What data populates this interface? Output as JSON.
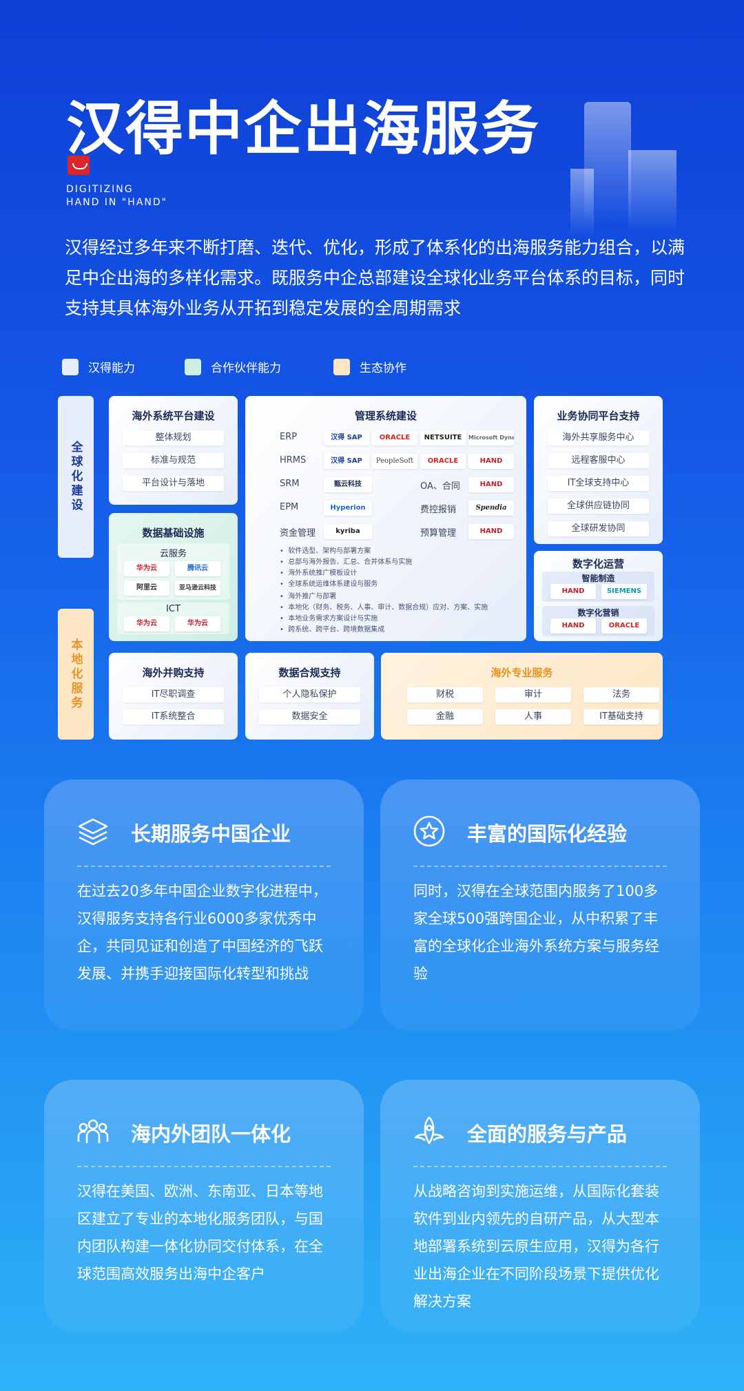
{
  "header": {
    "title": "汉得中企出海服务",
    "tagline_line1": "DIGITIZING",
    "tagline_line2": "HAND IN \"HAND\""
  },
  "intro": "汉得经过多年来不断打磨、迭代、优化，形成了体系化的出海服务能力组合，以满足中企出海的多样化需求。既服务中企总部建设全球化业务平台体系的目标，同时支持其具体海外业务从开拓到稳定发展的全周期需求",
  "legend": [
    {
      "label": "汉得能力",
      "color": "#e8eefb"
    },
    {
      "label": "合作伙伴能力",
      "color": "#cfeee6"
    },
    {
      "label": "生态协作",
      "color": "#fde6c4"
    }
  ],
  "side_labels": {
    "global": "全球化建设",
    "local": "本地化服务"
  },
  "overseas_platform": {
    "title": "海外系统平台建设",
    "items": [
      "整体规划",
      "标准与规范",
      "平台设计与落地"
    ]
  },
  "data_infra": {
    "title": "数据基础设施",
    "cloud_title": "云服务",
    "cloud_logos": [
      "华为云",
      "腾讯云",
      "阿里云",
      "亚马逊云科技"
    ],
    "ict_title": "ICT",
    "ict_logos": [
      "华为云",
      "华为云"
    ]
  },
  "mgmt": {
    "title": "管理系统建设",
    "rows": [
      {
        "label": "ERP",
        "logos": [
          "汉得 SAP",
          "ORACLE",
          "NETSUITE",
          "Microsoft Dynamics"
        ]
      },
      {
        "label": "HRMS",
        "logos": [
          "汉得 SAP",
          "PeopleSoft",
          "ORACLE",
          "HAND"
        ]
      },
      {
        "label": "SRM",
        "logos": [
          "甄云科技"
        ]
      },
      {
        "label": "EPM",
        "logos": [
          "Hyperion"
        ]
      },
      {
        "label": "资金管理",
        "logos": [
          "kyriba"
        ]
      }
    ],
    "rows_right": [
      {
        "label": "OA、合同",
        "logos": [
          "HAND"
        ]
      },
      {
        "label": "费控报销",
        "logos": [
          "Spendia"
        ]
      },
      {
        "label": "预算管理",
        "logos": [
          "HAND"
        ]
      }
    ],
    "bullets_a": [
      "软件选型、架构与部署方案",
      "总部与海外报告、汇总、合并体系与实施",
      "海外系统推广模板设计",
      "全球系统运维体系建设与服务"
    ],
    "bullets_b": [
      "海外推广与部署",
      "本地化（财务、税务、人事、审计、数据合规）应对、方案、实施",
      "本地业务需求方案设计与实施",
      "跨系统、跨平台、跨境数据集成"
    ]
  },
  "biz_collab": {
    "title": "业务协同平台支持",
    "items": [
      "海外共享服务中心",
      "远程客服中心",
      "IT全球支持中心",
      "全球供应链协同",
      "全球研发协同"
    ]
  },
  "digital_ops": {
    "title": "数字化运营",
    "smart_mfg": "智能制造",
    "smart_logos": [
      "HAND",
      "SIEMENS"
    ],
    "digital_mkt": "数字化营销",
    "mkt_logos": [
      "HAND",
      "ORACLE"
    ]
  },
  "ma": {
    "title": "海外并购支持",
    "items": [
      "IT尽职调查",
      "IT系统整合"
    ]
  },
  "compliance": {
    "title": "数据合规支持",
    "items": [
      "个人隐私保护",
      "数据安全"
    ]
  },
  "pro": {
    "title": "海外专业服务",
    "items": [
      "财税",
      "审计",
      "法务",
      "金融",
      "人事",
      "IT基础支持"
    ]
  },
  "cards": [
    {
      "title": "长期服务中国企业",
      "icon": "layers-icon",
      "body": "在过去20多年中国企业数字化进程中，汉得服务支持各行业6000多家优秀中企，共同见证和创造了中国经济的飞跃发展、并携手迎接国际化转型和挑战"
    },
    {
      "title": "丰富的国际化经验",
      "icon": "star-icon",
      "body": "同时，汉得在全球范围内服务了100多家全球500强跨国企业，从中积累了丰富的全球化企业海外系统方案与服务经验"
    },
    {
      "title": "海内外团队一体化",
      "icon": "team-icon",
      "body": "汉得在美国、欧洲、东南亚、日本等地区建立了专业的本地化服务团队，与国内团队构建一体化协同交付体系，在全球范围高效服务出海中企客户"
    },
    {
      "title": "全面的服务与产品",
      "icon": "rocket-icon",
      "body": "从战略咨询到实施运维，从国际化套装软件到业内领先的自研产品，从大型本地部署系统到云原生应用，汉得为各行业出海企业在不同阶段场景下提供优化解决方案"
    }
  ]
}
